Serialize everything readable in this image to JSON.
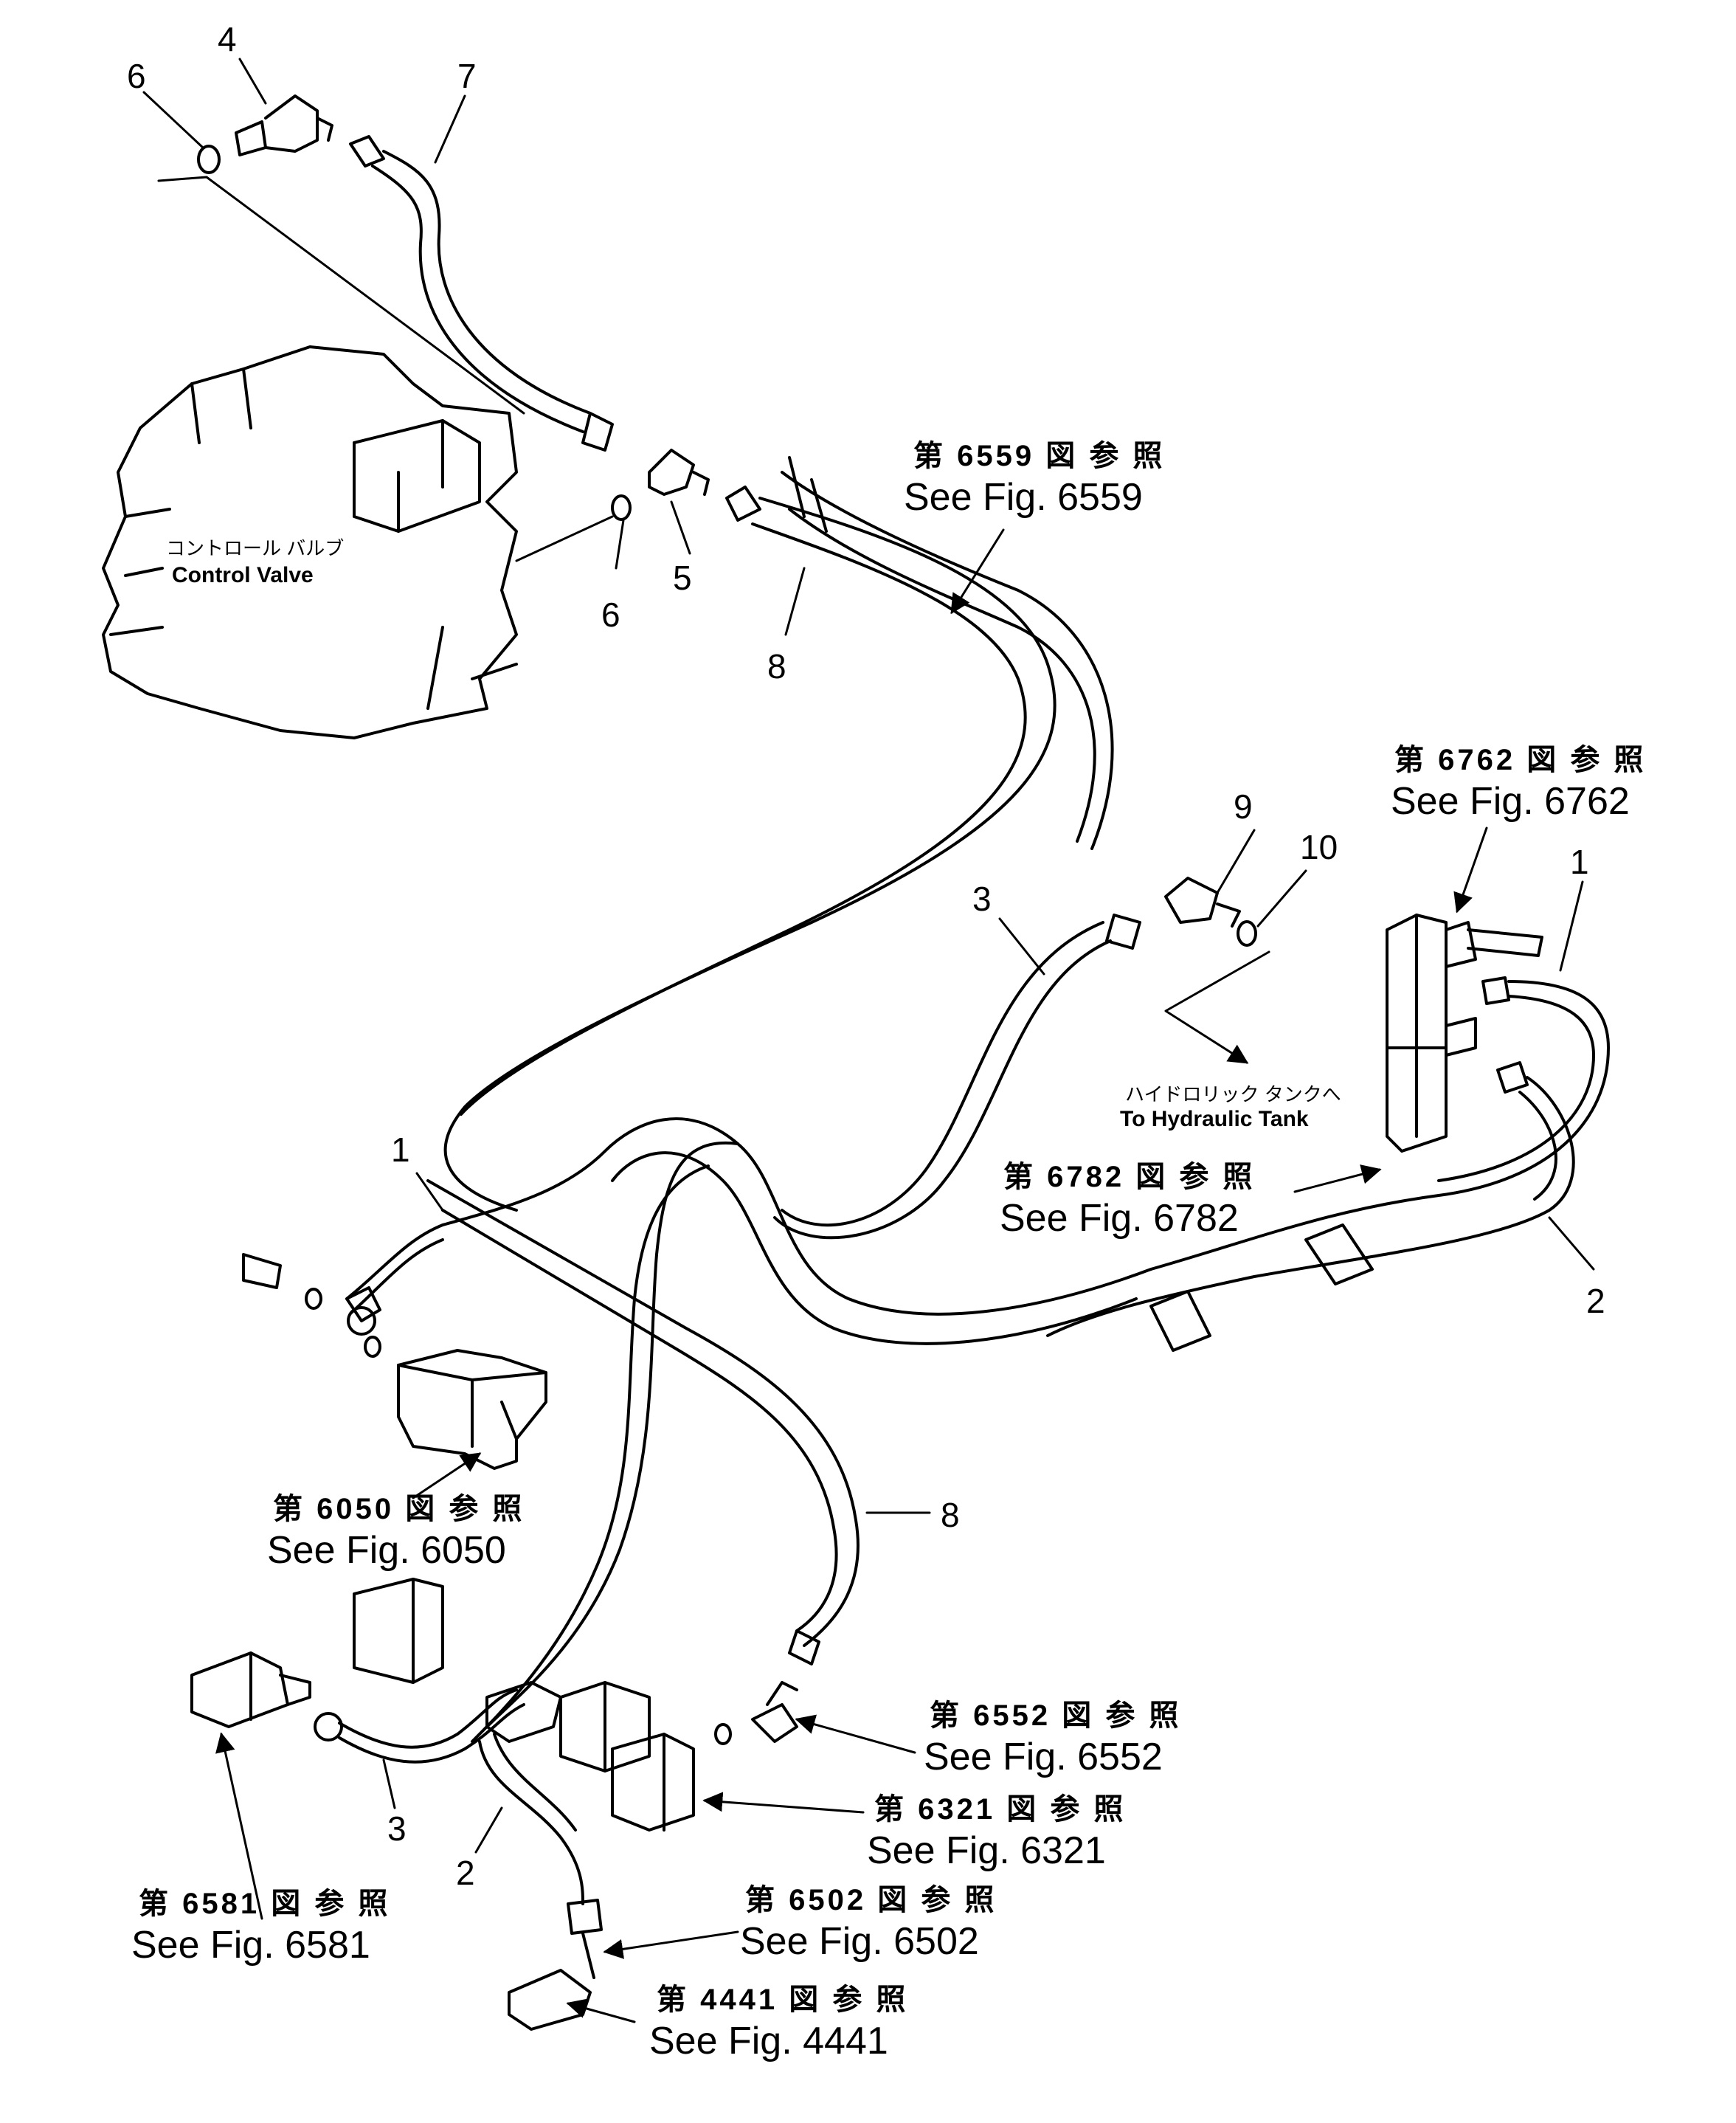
{
  "diagram": {
    "components": {
      "control_valve": {
        "label_ja": "コントロール バルブ",
        "label_en": "Control Valve"
      },
      "hydraulic_tank": {
        "label_ja": "ハイドロリック タンクへ",
        "label_en": "To Hydraulic Tank"
      }
    },
    "part_numbers": {
      "p1": "1",
      "p2": "2",
      "p3": "3",
      "p4": "4",
      "p5": "5",
      "p6": "6",
      "p7": "7",
      "p8": "8",
      "p9": "9",
      "p10": "10"
    },
    "references": [
      {
        "id": "6559",
        "ja": "第 6559 図 参 照",
        "en": "See Fig. 6559"
      },
      {
        "id": "6762",
        "ja": "第 6762 図 参 照",
        "en": "See Fig. 6762"
      },
      {
        "id": "6782",
        "ja": "第 6782 図 参 照",
        "en": "See Fig. 6782"
      },
      {
        "id": "6050",
        "ja": "第 6050 図 参 照",
        "en": "See Fig. 6050"
      },
      {
        "id": "6552",
        "ja": "第 6552 図 参 照",
        "en": "See Fig. 6552"
      },
      {
        "id": "6321",
        "ja": "第 6321 図 参 照",
        "en": "See Fig. 6321"
      },
      {
        "id": "6581",
        "ja": "第 6581 図 参 照",
        "en": "See Fig. 6581"
      },
      {
        "id": "6502",
        "ja": "第 6502 図 参 照",
        "en": "See Fig. 6502"
      },
      {
        "id": "4441",
        "ja": "第 4441 図 参 照",
        "en": "See Fig. 4441"
      }
    ]
  }
}
